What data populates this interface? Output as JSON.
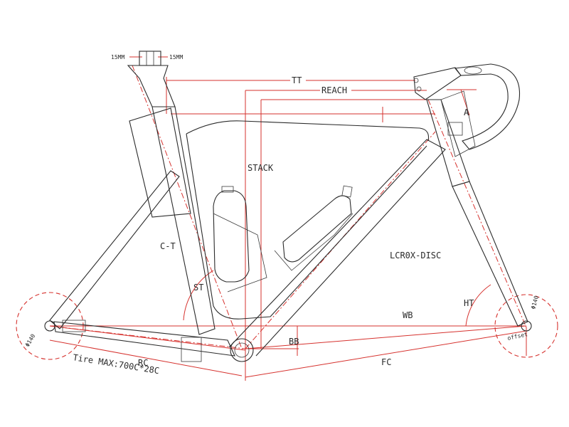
{
  "labels": {
    "tt": "TT",
    "reach": "REACH",
    "stack": "STACK",
    "a": "A",
    "ct": "C-T",
    "st": "ST",
    "model": "LCR0X-DISC",
    "wb": "WB",
    "ht": "HT",
    "bb": "BB",
    "rc": "RC",
    "fc": "FC",
    "tire": "Tire MAX:700C*28C",
    "seatpost_left": "15MM",
    "seatpost_right": "15MM",
    "rear_wheel": "Φ140",
    "front_wheel": "Φ140",
    "offset": "offset"
  },
  "colors": {
    "frame": "#2b2b2b",
    "dimension": "#d6322e",
    "background": "#ffffff"
  }
}
